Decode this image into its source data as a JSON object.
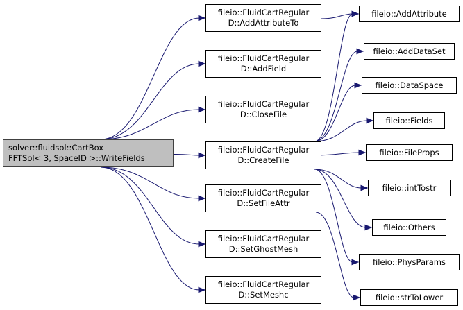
{
  "root": {
    "id": "root",
    "lines": [
      "solver::fluidsol::CartBox",
      "FFTSol< 3, SpaceID >::WriteFields"
    ]
  },
  "middle": [
    {
      "id": "addattributeto",
      "lines": [
        "fileio::FluidCartRegular",
        "D::AddAttributeTo"
      ]
    },
    {
      "id": "addfield",
      "lines": [
        "fileio::FluidCartRegular",
        "D::AddField"
      ]
    },
    {
      "id": "closefile",
      "lines": [
        "fileio::FluidCartRegular",
        "D::CloseFile"
      ]
    },
    {
      "id": "createfile",
      "lines": [
        "fileio::FluidCartRegular",
        "D::CreateFile"
      ]
    },
    {
      "id": "setfileattr",
      "lines": [
        "fileio::FluidCartRegular",
        "D::SetFileAttr"
      ]
    },
    {
      "id": "setghostmesh",
      "lines": [
        "fileio::FluidCartRegular",
        "D::SetGhostMesh"
      ]
    },
    {
      "id": "setmeshc",
      "lines": [
        "fileio::FluidCartRegular",
        "D::SetMeshc"
      ]
    }
  ],
  "right": [
    {
      "id": "addattribute",
      "lines": [
        "fileio::AddAttribute"
      ]
    },
    {
      "id": "adddataset",
      "lines": [
        "fileio::AddDataSet"
      ]
    },
    {
      "id": "dataspace",
      "lines": [
        "fileio::DataSpace"
      ]
    },
    {
      "id": "fields",
      "lines": [
        "fileio::Fields"
      ]
    },
    {
      "id": "fileprops",
      "lines": [
        "fileio::FileProps"
      ]
    },
    {
      "id": "inttostr",
      "lines": [
        "fileio::intTostr"
      ]
    },
    {
      "id": "others",
      "lines": [
        "fileio::Others"
      ]
    },
    {
      "id": "physparams",
      "lines": [
        "fileio::PhysParams"
      ]
    },
    {
      "id": "strtolower",
      "lines": [
        "fileio::strToLower"
      ]
    }
  ],
  "edges": [
    [
      "root",
      "addattributeto"
    ],
    [
      "root",
      "addfield"
    ],
    [
      "root",
      "closefile"
    ],
    [
      "root",
      "createfile"
    ],
    [
      "root",
      "setfileattr"
    ],
    [
      "root",
      "setghostmesh"
    ],
    [
      "root",
      "setmeshc"
    ],
    [
      "addattributeto",
      "addattribute"
    ],
    [
      "createfile",
      "addattribute"
    ],
    [
      "createfile",
      "adddataset"
    ],
    [
      "createfile",
      "dataspace"
    ],
    [
      "createfile",
      "fields"
    ],
    [
      "createfile",
      "fileprops"
    ],
    [
      "createfile",
      "inttostr"
    ],
    [
      "createfile",
      "others"
    ],
    [
      "createfile",
      "physparams"
    ],
    [
      "setfileattr",
      "strtolower"
    ]
  ],
  "colors": {
    "edge": "#191970",
    "node_border": "#000000",
    "root_fill": "#bfbfbf"
  }
}
